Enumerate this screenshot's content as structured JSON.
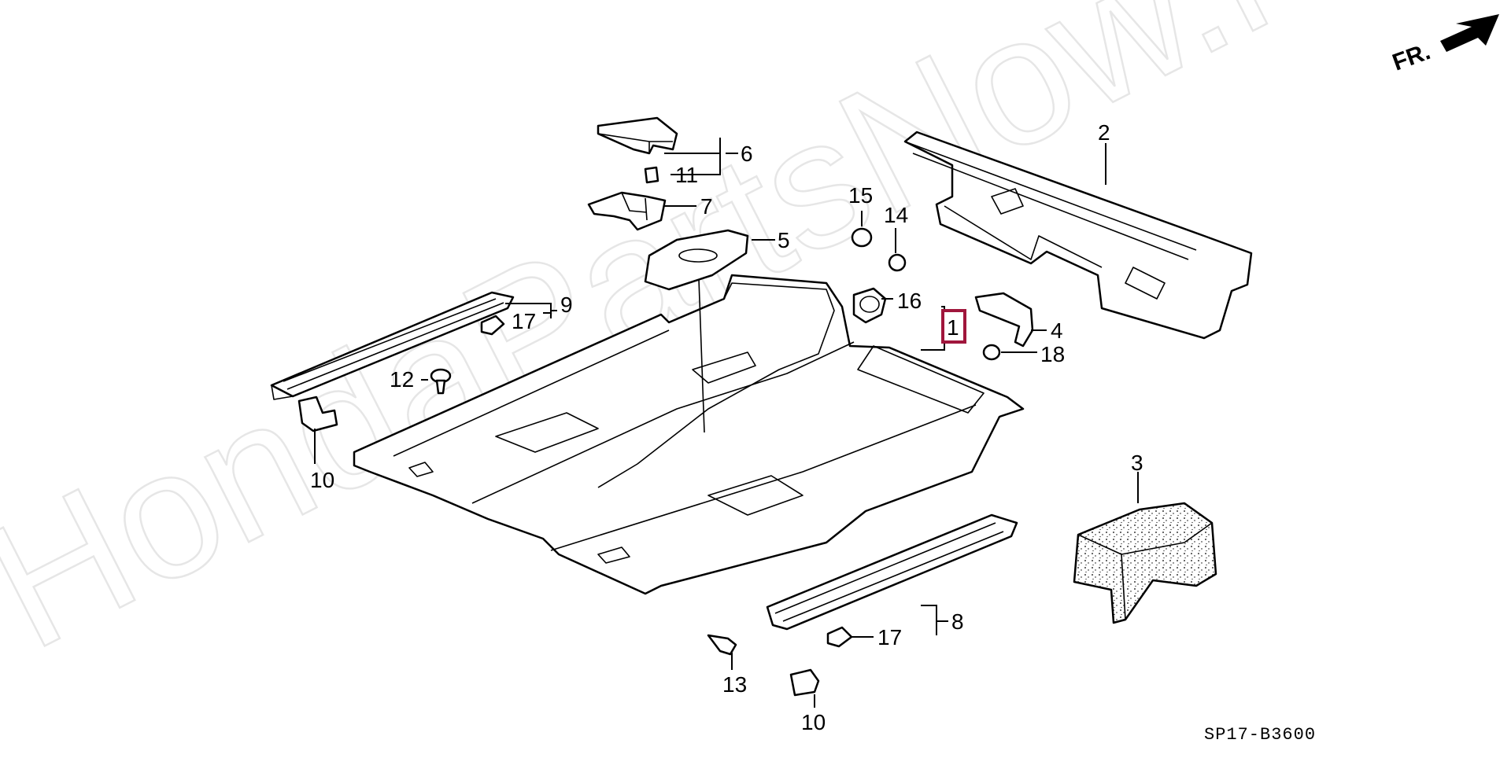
{
  "diagram": {
    "watermark": "HondaPartsNow.ru",
    "front_indicator": "FR.",
    "figure_code": "SP17-B3600",
    "callouts": {
      "c1": "1",
      "c2": "2",
      "c3": "3",
      "c4": "4",
      "c5": "5",
      "c6": "6",
      "c7": "7",
      "c8": "8",
      "c9": "9",
      "c10a": "10",
      "c10b": "10",
      "c11": "11",
      "c12": "12",
      "c13": "13",
      "c14": "14",
      "c15": "15",
      "c16": "16",
      "c17a": "17",
      "c17b": "17",
      "c18": "18"
    },
    "colors": {
      "highlight": "#a0163c",
      "line": "#000000",
      "watermark": "#e6e6e6"
    }
  }
}
